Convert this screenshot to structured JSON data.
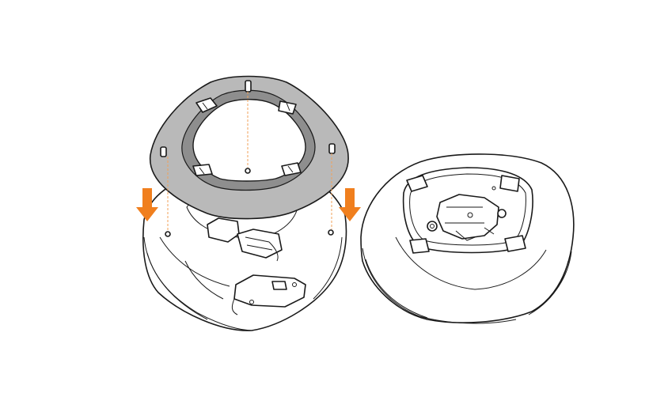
{
  "diagram": {
    "type": "installation-illustration",
    "steps": [
      {
        "id": "attach-ring",
        "description_shown": false
      },
      {
        "id": "assembled-unit",
        "description_shown": false
      }
    ],
    "colors": {
      "line": "#1a1a1a",
      "ring_fill": "#b9b9b9",
      "ring_inner": "#8e8e8e",
      "arrow": "#f07f1e",
      "guide_line": "#f0a15a",
      "background": "#ffffff"
    },
    "icons": [
      "down-arrow-icon",
      "down-arrow-icon"
    ]
  }
}
